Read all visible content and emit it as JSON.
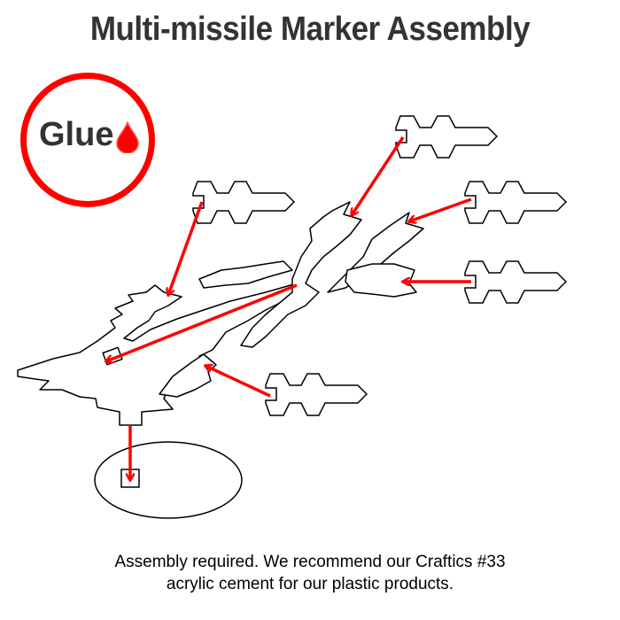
{
  "title": "Multi-missile Marker Assembly",
  "glue_badge": {
    "label": "Glue",
    "icon": "glue-drop-icon",
    "color": "#ff0000"
  },
  "footer": {
    "line1": "Assembly required. We recommend our Craftics #33",
    "line2": "acrylic cement for our plastic products."
  },
  "colors": {
    "arrow": "#ff0000",
    "outline": "#000000",
    "text": "#333333"
  }
}
